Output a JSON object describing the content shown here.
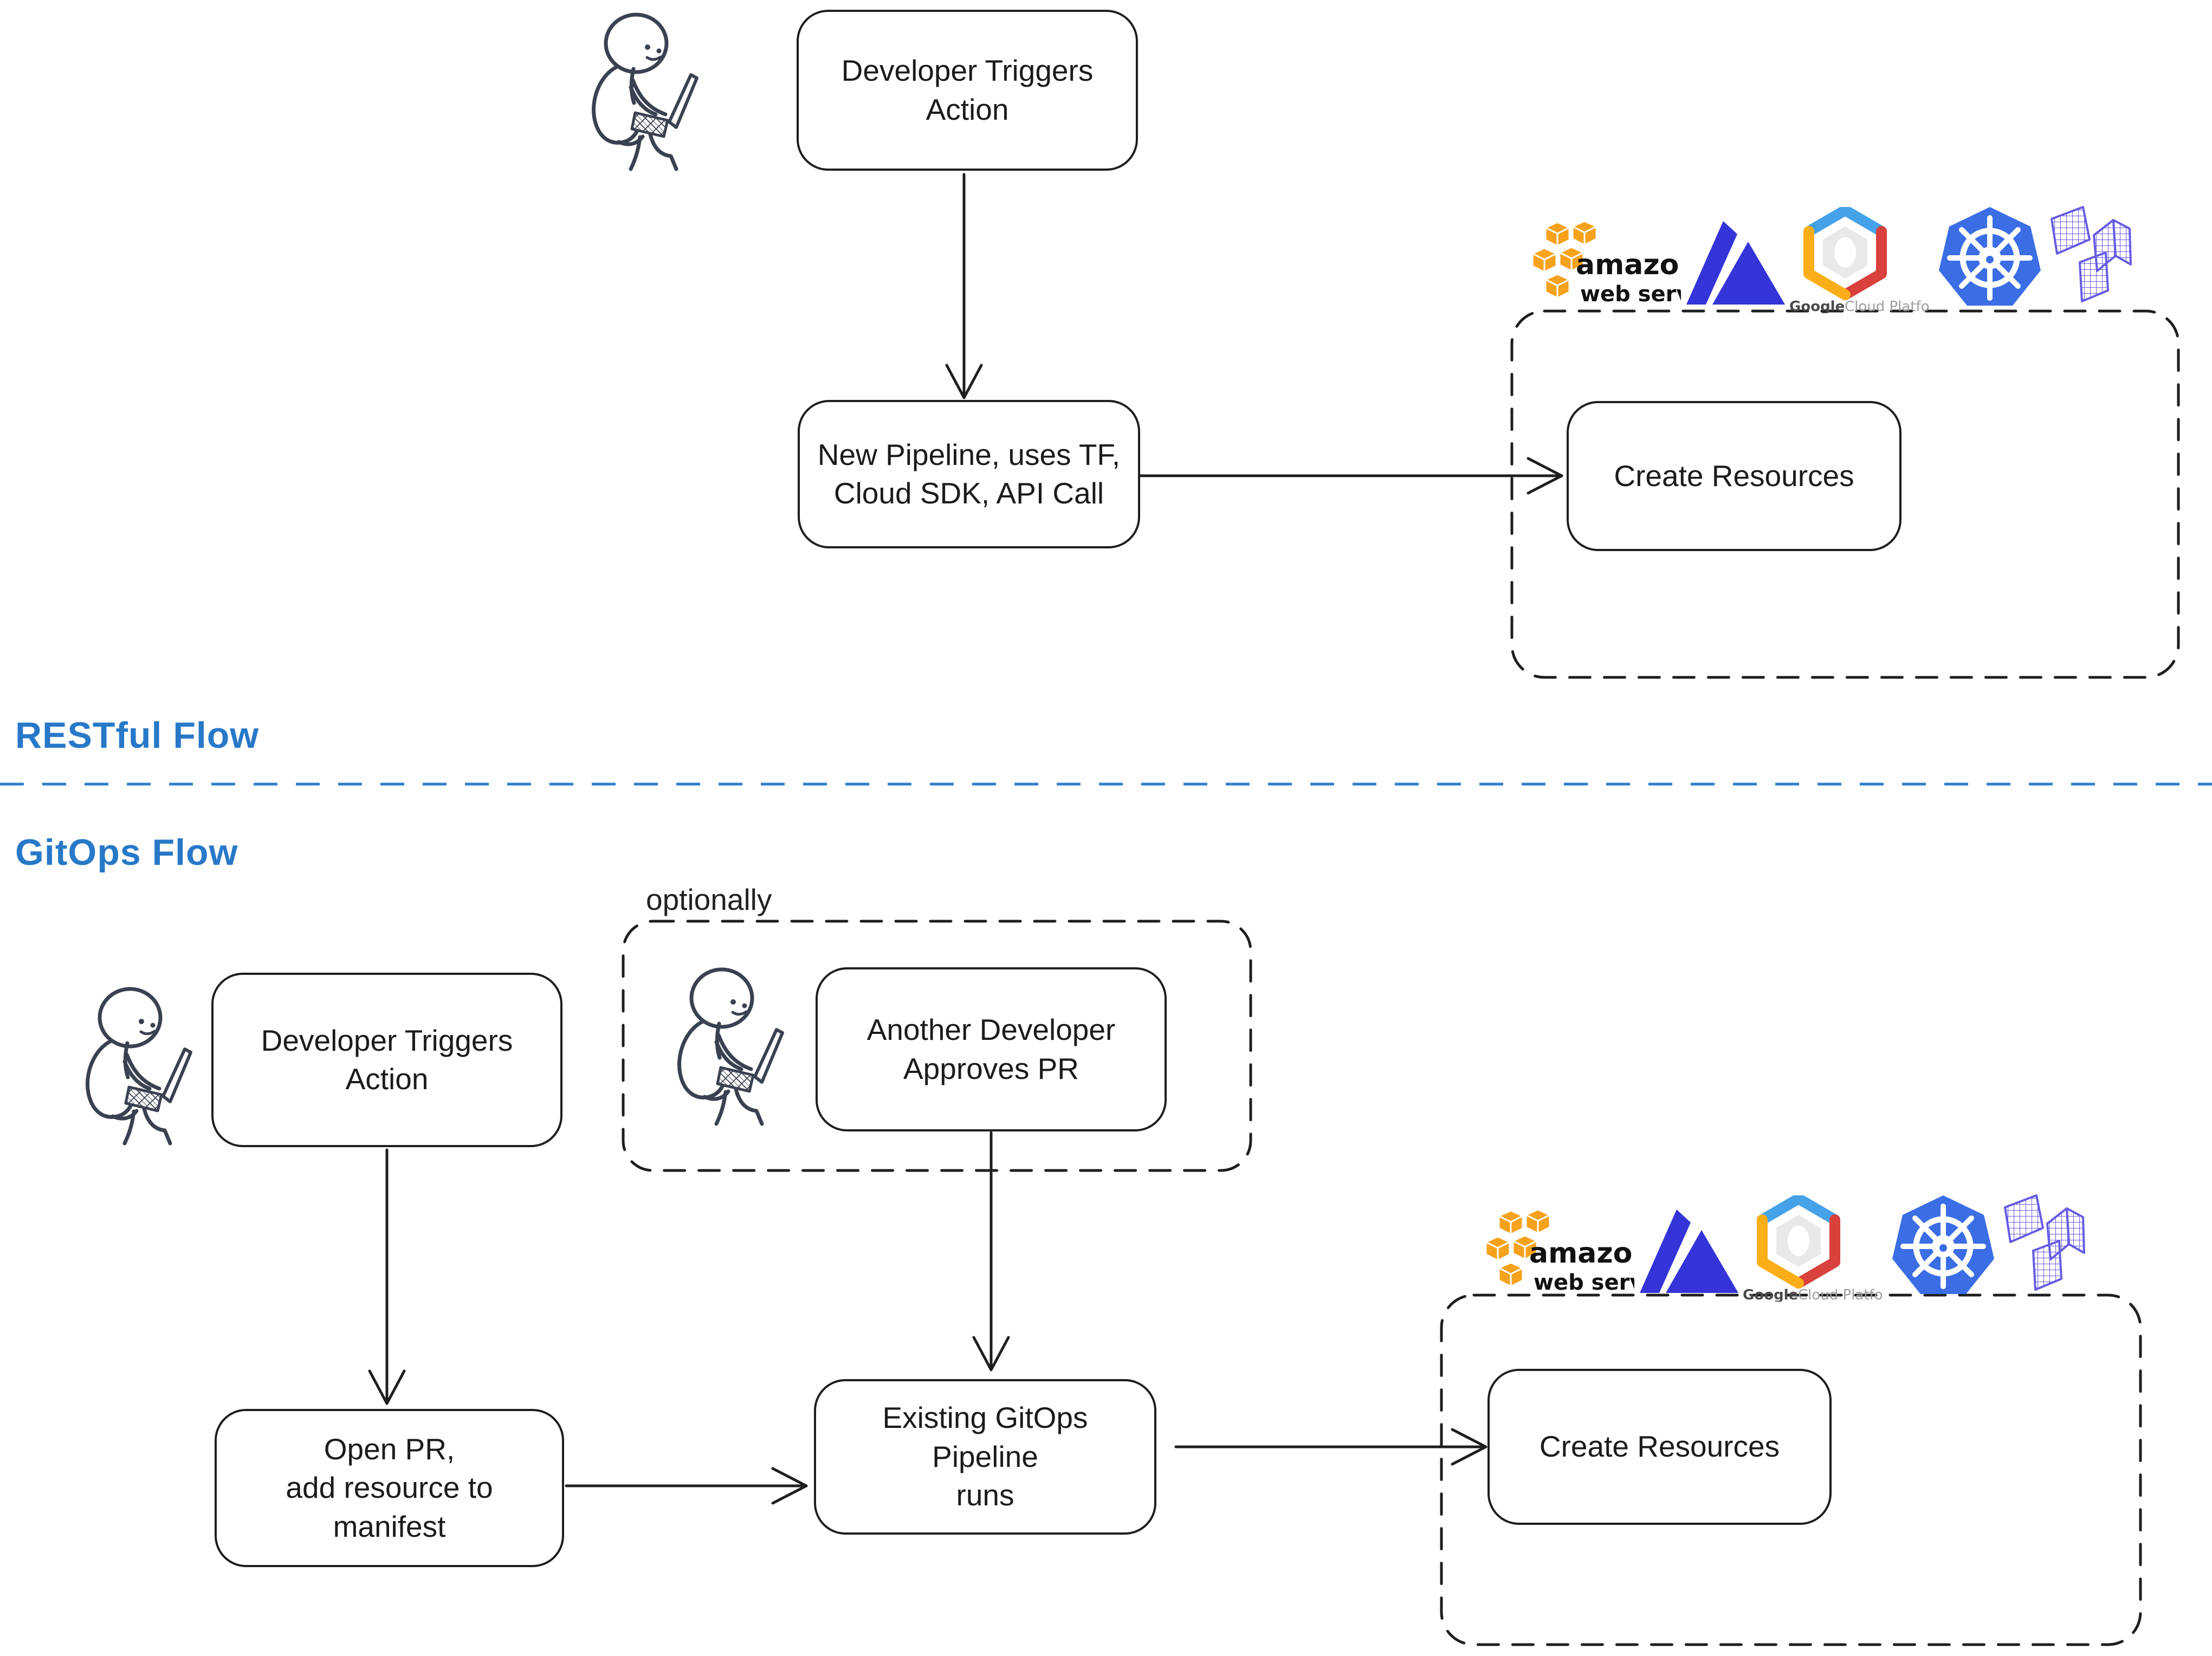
{
  "sections": {
    "restful_title": "RESTful Flow",
    "gitops_title": "GitOps Flow",
    "optional_label": "optionally"
  },
  "nodes": {
    "restful_developer_triggers": "Developer Triggers\nAction",
    "restful_pipeline": "New Pipeline, uses TF,\nCloud SDK, API Call",
    "restful_create_resources": "Create Resources",
    "gitops_developer_triggers": "Developer Triggers\nAction",
    "gitops_approve_pr": "Another Developer\nApproves PR",
    "gitops_open_pr": "Open PR,\nadd resource to\nmanifest",
    "gitops_pipeline_runs": "Existing GitOps Pipeline\nruns",
    "gitops_create_resources": "Create Resources"
  },
  "logos": {
    "aws": {
      "name": "amazon-web-services",
      "line1": "amazon",
      "line2": "web services"
    },
    "azure": {
      "name": "microsoft-azure"
    },
    "gcp": {
      "name": "google-cloud-platform",
      "bold": "Google",
      "light": "Cloud Platform"
    },
    "kubernetes": {
      "name": "kubernetes"
    },
    "terraform": {
      "name": "terraform"
    }
  },
  "colors": {
    "heading_blue": "#2878C8",
    "divider_blue": "#2F7FC9",
    "ink": "#1E1E1E",
    "person": "#3A4150",
    "aws_orange": "#F6A21D",
    "azure_blue": "#3434D8",
    "gcp_blue": "#45A2E9",
    "gcp_red": "#D8413C",
    "gcp_yellow": "#FBAE17",
    "kubernetes_blue": "#3B6EE5",
    "terraform_purple": "#675CE4"
  }
}
